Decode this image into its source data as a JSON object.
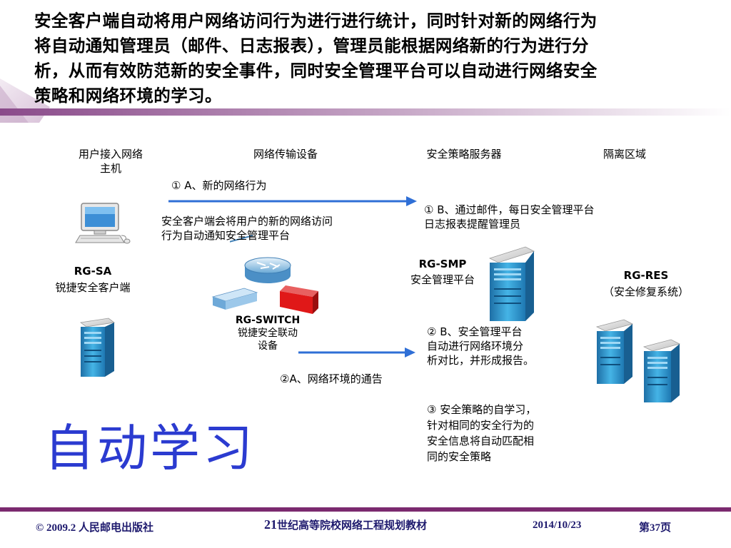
{
  "heading": {
    "lines": [
      "安全客户端自动将用户网络访问行为进行进行统计，同时针对新的网络行为",
      "将自动通知管理员（邮件、日志报表），管理员能根据网络新的行为进行分",
      "析，从而有效防范新的安全事件，同时安全管理平台可以自动进行网络安全",
      "策略和网络环境的学习。"
    ]
  },
  "columns": {
    "host_line1": "用户接入网络",
    "host_line2": "主机",
    "transport": "网络传输设备",
    "policy_server": "安全策略服务器",
    "isolation": "隔离区域"
  },
  "devices": {
    "rg_sa": {
      "name": "RG-SA",
      "desc": "锐捷安全客户端"
    },
    "rg_switch": {
      "name": "RG-SWITCH",
      "desc_line1": "锐捷安全联动",
      "desc_line2": "设备"
    },
    "rg_smp": {
      "name": "RG-SMP",
      "desc": "安全管理平台"
    },
    "rg_res": {
      "name": "RG-RES",
      "desc": "（安全修复系统）"
    }
  },
  "steps": {
    "s1a": "① A、新的网络行为",
    "s1a_desc_line1": "安全客户端会将用户的新的网络访问",
    "s1a_desc_line2": "行为自动通知安全管理平台",
    "s1b_line1": "① B、通过邮件，每日安全管理平台",
    "s1b_line2": "日志报表提醒管理员",
    "s2a": "②A、网络环境的通告",
    "s2b_line1": "② B、安全管理平台",
    "s2b_line2": "自动进行网络环境分",
    "s2b_line3": "析对比，并形成报告。",
    "s3_line1": "③ 安全策略的自学习，",
    "s3_line2": "针对相同的安全行为的",
    "s3_line3": "安全信息将自动匹配相",
    "s3_line4": "同的安全策略"
  },
  "big_title": "自动学习",
  "footer": {
    "publisher": "© 2009.2 人民邮电出版社",
    "book_prefix": "21",
    "book_rest": "世纪高等院校网络工程规划教材",
    "date": "2014/10/23",
    "page": "第37页"
  },
  "colors": {
    "arrow": "#2f6fd6",
    "title_blue": "#2b3bd0",
    "footer_bar": "#7b2a6f",
    "footer_text": "#1e1a6e",
    "server_blue": "#2a9ad0"
  }
}
